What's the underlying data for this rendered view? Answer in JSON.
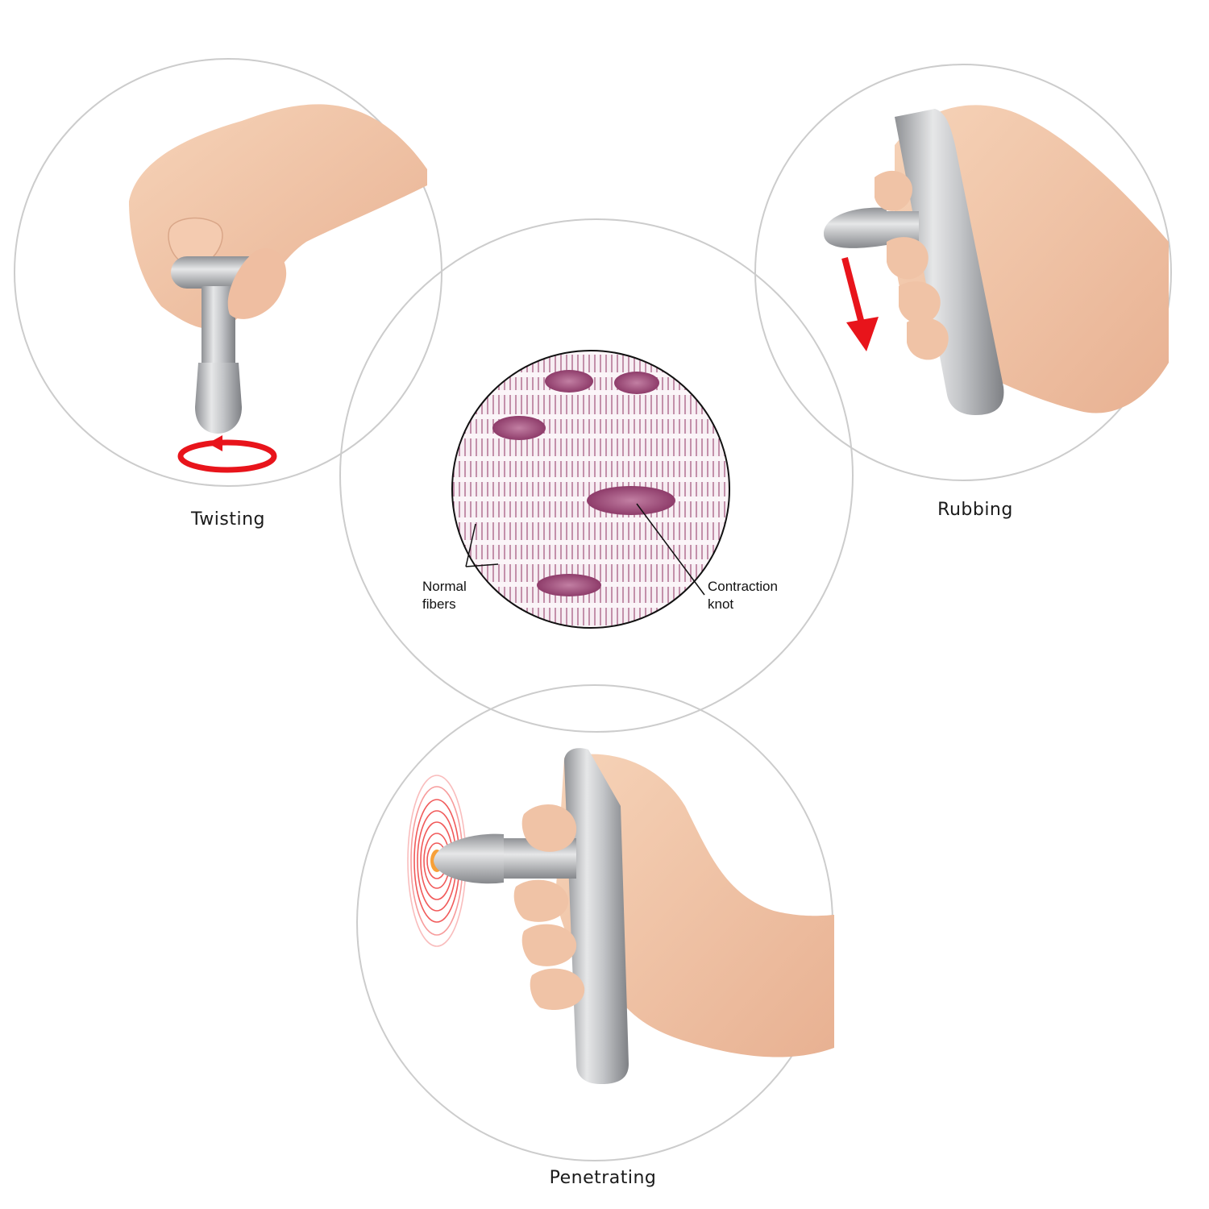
{
  "panels": {
    "twisting": {
      "label": "Twisting"
    },
    "rubbing": {
      "label": "Rubbing"
    },
    "penetrating": {
      "label": "Penetrating"
    }
  },
  "diagram": {
    "normal_fibers_line1": "Normal",
    "normal_fibers_line2": "fibers",
    "contraction_knot_line1": "Contraction",
    "contraction_knot_line2": "knot"
  },
  "colors": {
    "circle_outline": "#cccccc",
    "arrow_red": "#e8141b",
    "ring_red": "#f15a5a",
    "fiber_purple": "#a0507a",
    "knot_purple": "#8e3c6a",
    "tool_silver": "#b9bbbe",
    "skin": "#f2c6a8"
  }
}
